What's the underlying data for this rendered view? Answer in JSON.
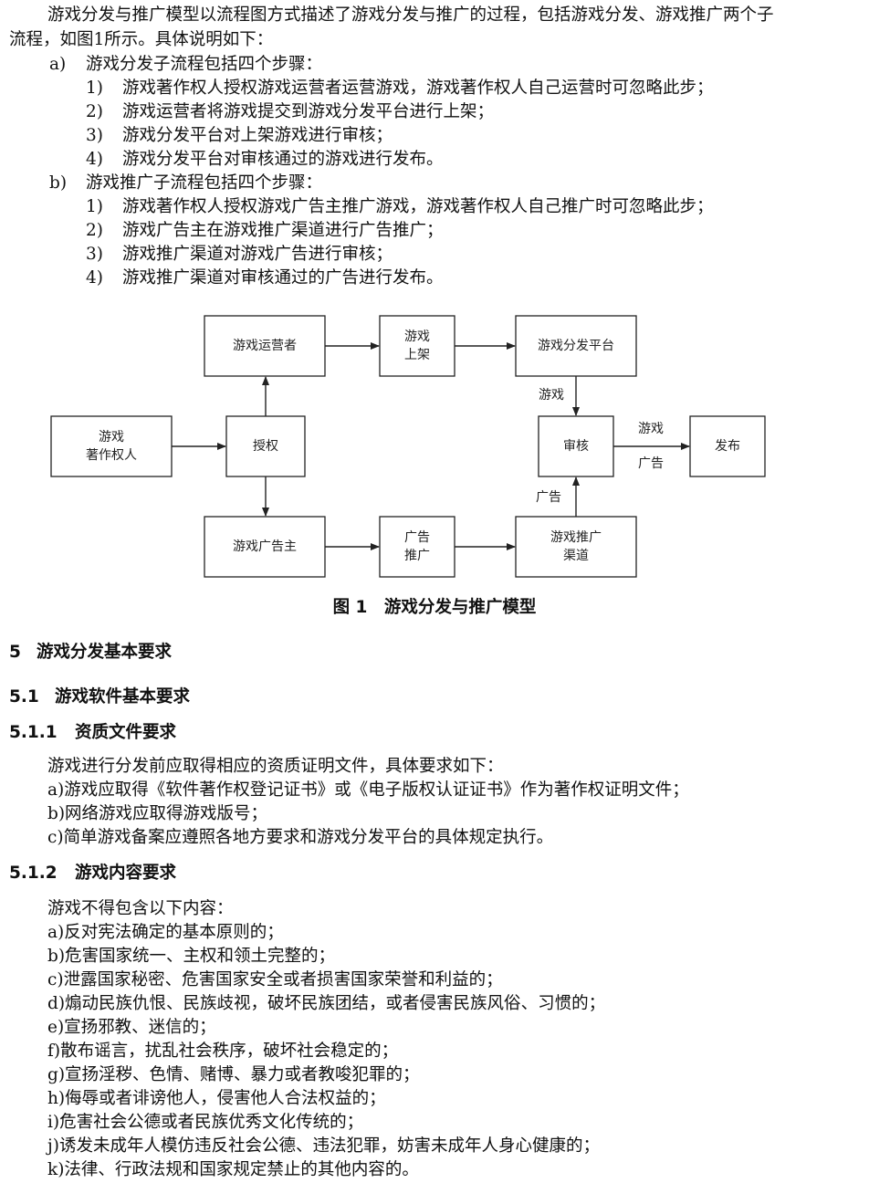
{
  "intro": {
    "line1": "游戏分发与推广模型以流程图方式描述了游戏分发与推广的过程，包括游戏分发、游戏推广两个子",
    "line2": "流程，如图1所示。具体说明如下：",
    "a_marker": "a)",
    "a_text": "游戏分发子流程包括四个步骤：",
    "a_steps": [
      {
        "n": "1)",
        "t": "游戏著作权人授权游戏运营者运营游戏，游戏著作权人自己运营时可忽略此步；"
      },
      {
        "n": "2)",
        "t": "游戏运营者将游戏提交到游戏分发平台进行上架；"
      },
      {
        "n": "3)",
        "t": "游戏分发平台对上架游戏进行审核；"
      },
      {
        "n": "4)",
        "t": "游戏分发平台对审核通过的游戏进行发布。"
      }
    ],
    "b_marker": "b)",
    "b_text": "游戏推广子流程包括四个步骤：",
    "b_steps": [
      {
        "n": "1)",
        "t": "游戏著作权人授权游戏广告主推广游戏，游戏著作权人自己推广时可忽略此步；"
      },
      {
        "n": "2)",
        "t": "游戏广告主在游戏推广渠道进行广告推广；"
      },
      {
        "n": "3)",
        "t": "游戏推广渠道对游戏广告进行审核；"
      },
      {
        "n": "4)",
        "t": "游戏推广渠道对审核通过的广告进行发布。"
      }
    ]
  },
  "flowchart": {
    "boxes": {
      "copyright_l1": "游戏",
      "copyright_l2": "著作权人",
      "authorize": "授权",
      "operator": "游戏运营者",
      "listing_l1": "游戏",
      "listing_l2": "上架",
      "platform": "游戏分发平台",
      "review": "审核",
      "publish": "发布",
      "advertiser": "游戏广告主",
      "promo_l1": "广告",
      "promo_l2": "推广",
      "channel_l1": "游戏推广",
      "channel_l2": "渠道"
    },
    "edge_labels": {
      "platform_to_review": "游戏",
      "channel_to_review": "广告",
      "review_to_publish_top": "游戏",
      "review_to_publish_bottom": "广告"
    },
    "caption": "图 1　游戏分发与推广模型"
  },
  "section5": {
    "num": "5",
    "title": "游戏分发基本要求"
  },
  "section51": {
    "num": "5.1",
    "title": "游戏软件基本要求"
  },
  "section511": {
    "num": "5.1.1",
    "title": "资质文件要求",
    "lines": [
      "游戏进行分发前应取得相应的资质证明文件，具体要求如下：",
      "a)游戏应取得《软件著作权登记证书》或《电子版权认证证书》作为著作权证明文件；",
      "b)网络游戏应取得游戏版号；",
      "c)简单游戏备案应遵照各地方要求和游戏分发平台的具体规定执行。"
    ]
  },
  "section512": {
    "num": "5.1.2",
    "title": "游戏内容要求",
    "lines": [
      "游戏不得包含以下内容：",
      "a)反对宪法确定的基本原则的；",
      "b)危害国家统一、主权和领土完整的；",
      "c)泄露国家秘密、危害国家安全或者损害国家荣誉和利益的；",
      "d)煽动民族仇恨、民族歧视，破坏民族团结，或者侵害民族风俗、习惯的；",
      "e)宣扬邪教、迷信的；",
      "f)散布谣言，扰乱社会秩序，破坏社会稳定的；",
      "g)宣扬淫秽、色情、赌博、暴力或者教唆犯罪的；",
      "h)侮辱或者诽谤他人，侵害他人合法权益的；",
      "i)危害社会公德或者民族优秀文化传统的；",
      "j)诱发未成年人模仿违反社会公德、违法犯罪，妨害未成年人身心健康的；",
      "k)法律、行政法规和国家规定禁止的其他内容的。"
    ]
  }
}
